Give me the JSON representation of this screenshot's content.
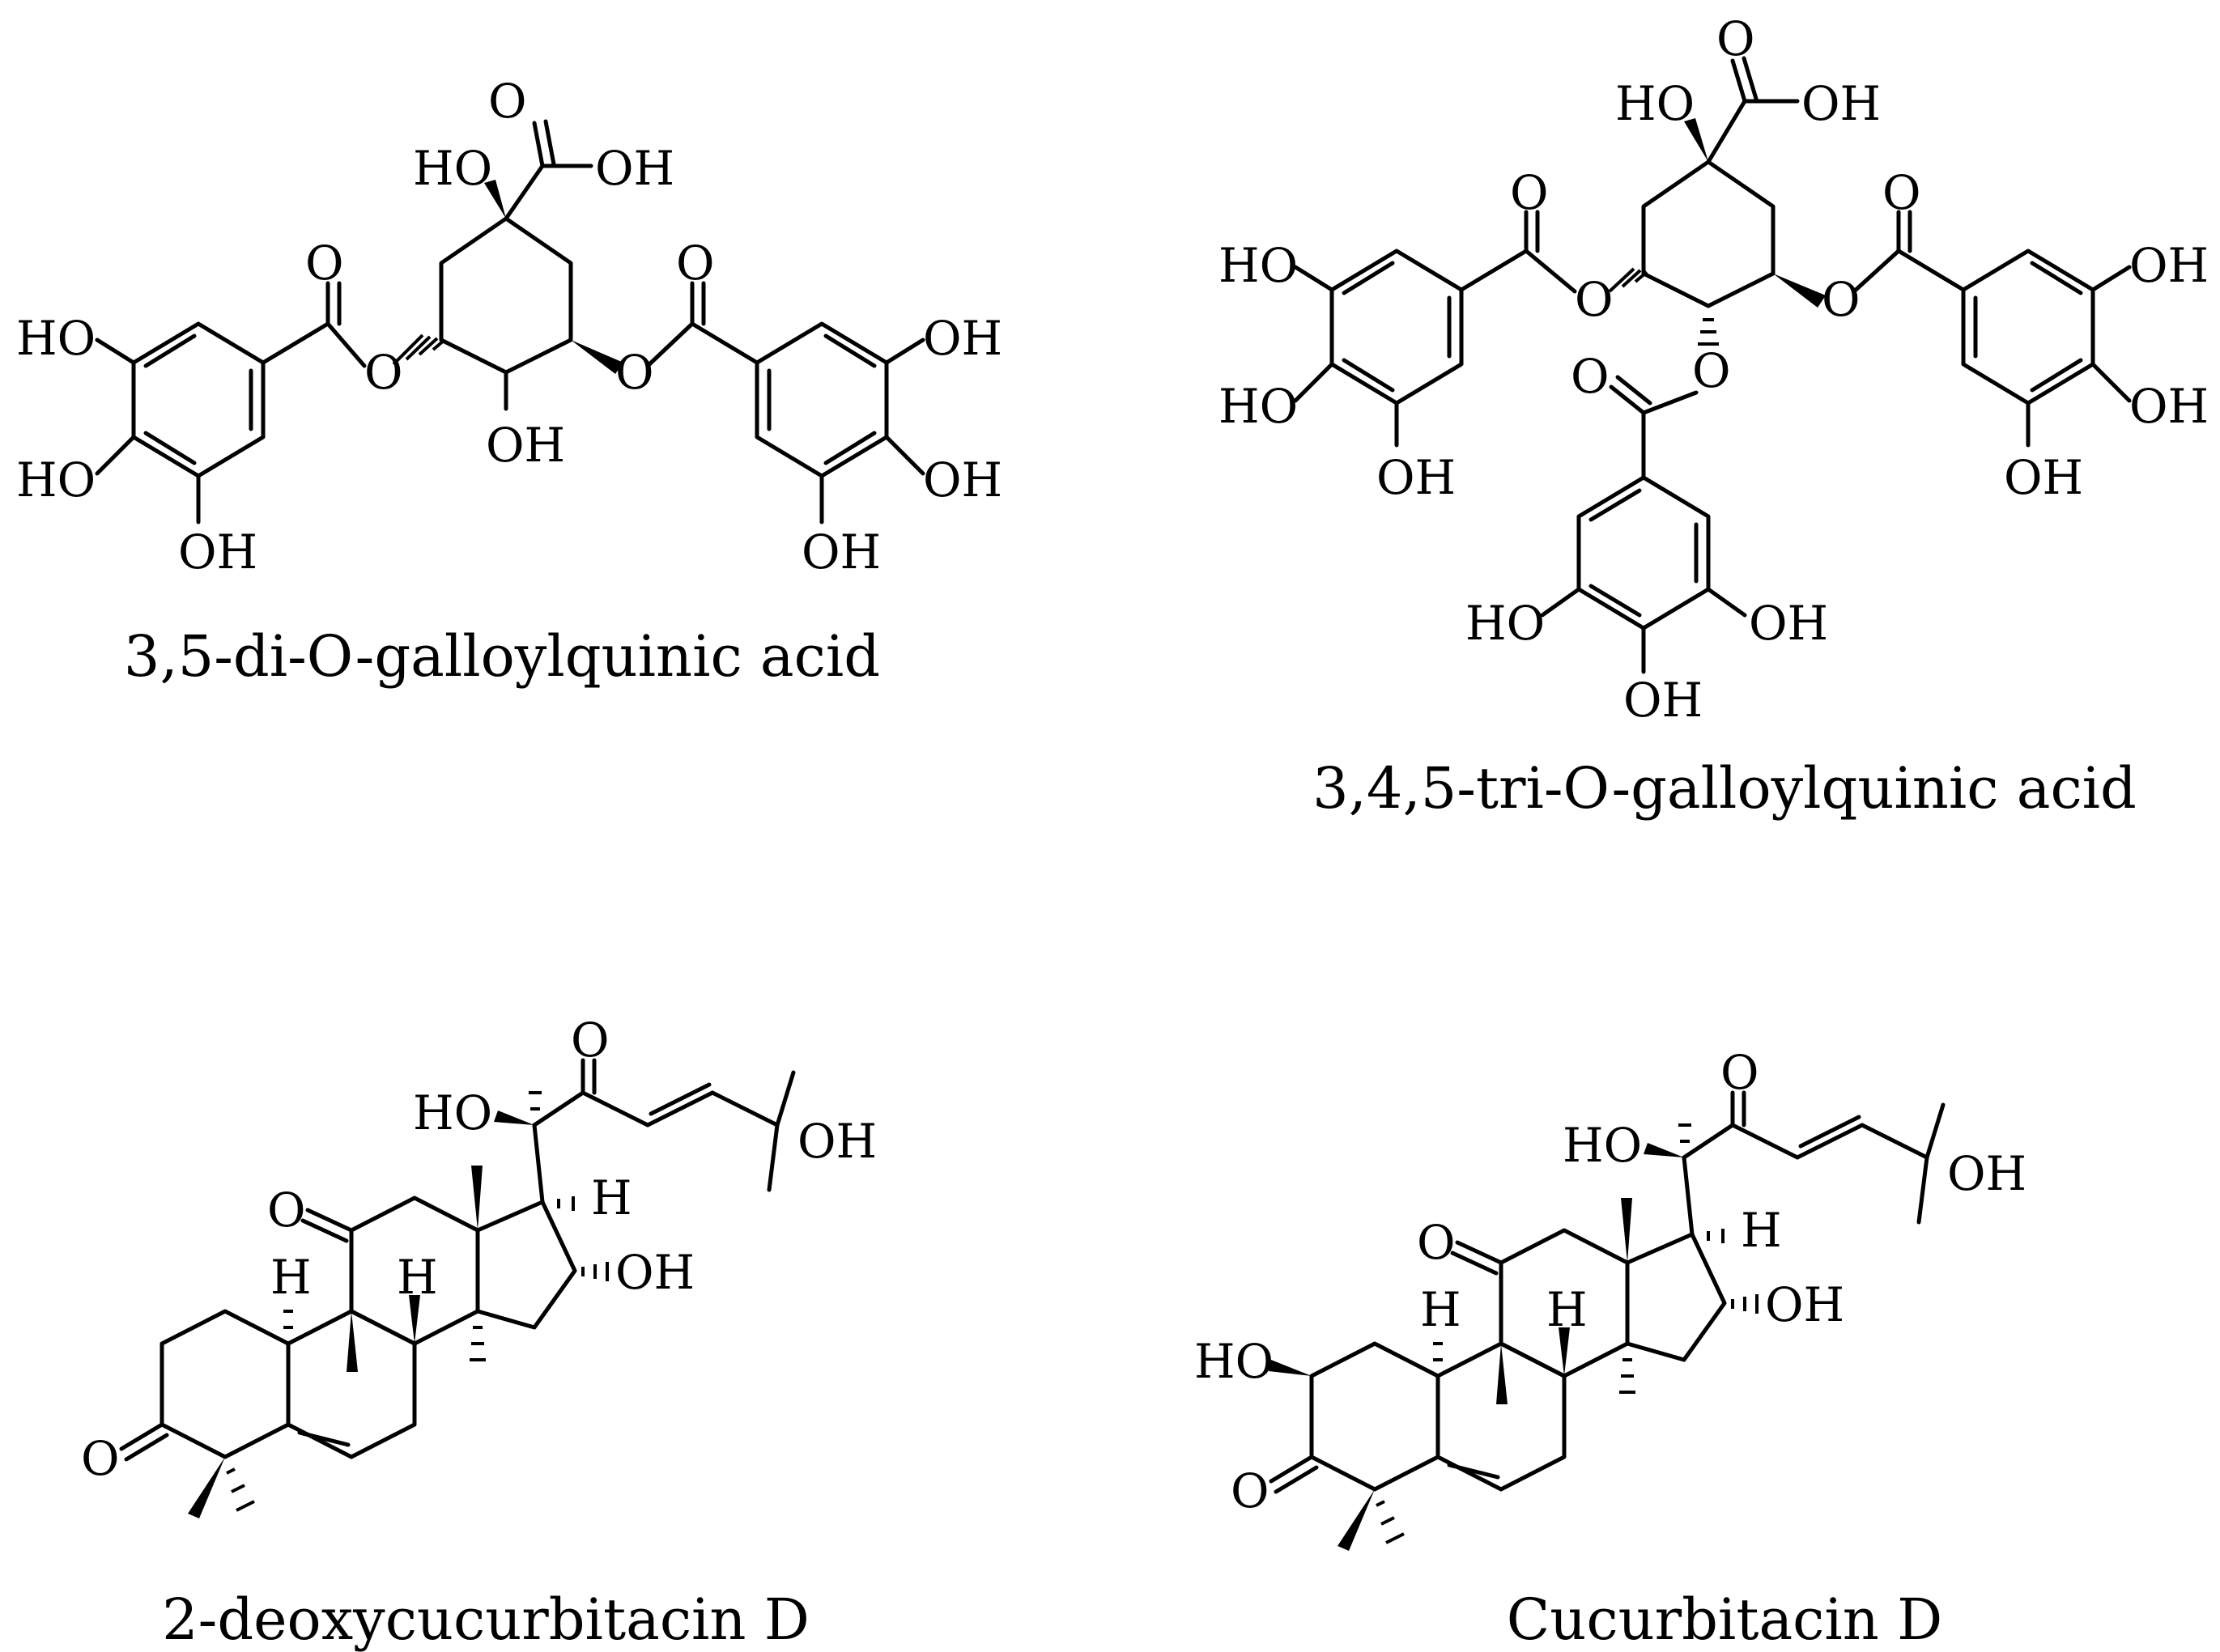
{
  "figure": {
    "compounds": [
      {
        "name": "3,5-di-O-galloylquinic acid",
        "labels": {
          "carbonyl_o": "O",
          "ho": "HO",
          "oh": "OH",
          "o_left": "O",
          "o_left_ester": "O",
          "o_right_ester": "O",
          "o_right": "O",
          "ho_1": "HO",
          "ho_2": "HO",
          "oh_1": "OH",
          "oh_c4": "OH",
          "oh_r1": "OH",
          "oh_r2": "OH",
          "oh_r3": "OH"
        }
      },
      {
        "name": "3,4,5-tri-O-galloylquinic acid",
        "labels": {
          "carbonyl_o": "O",
          "ho": "HO",
          "oh": "OH",
          "o_ester_l": "O",
          "o_l": "O",
          "o_ester_r": "O",
          "o_r": "O",
          "o_mid": "O",
          "o_mid_carbonyl": "O",
          "ho_l1": "HO",
          "ho_l2": "HO",
          "oh_l3": "OH",
          "oh_r1": "OH",
          "oh_r2": "OH",
          "oh_r3": "OH",
          "ho_b1": "HO",
          "oh_b2": "OH",
          "oh_b3": "OH"
        }
      },
      {
        "name": "2-deoxycucurbitacin D",
        "labels": {
          "o_side": "O",
          "ho": "HO",
          "oh_end": "OH",
          "h_17": "H",
          "o_11": "O",
          "h_8": "H",
          "h_10": "H",
          "oh_16": "OH",
          "o_3": "O"
        }
      },
      {
        "name": "Cucurbitacin D",
        "labels": {
          "o_side": "O",
          "ho": "HO",
          "oh_end": "OH",
          "h_17": "H",
          "o_11": "O",
          "h_8": "H",
          "h_10": "H",
          "oh_16": "OH",
          "ho_2": "HO",
          "o_3": "O"
        }
      }
    ]
  }
}
